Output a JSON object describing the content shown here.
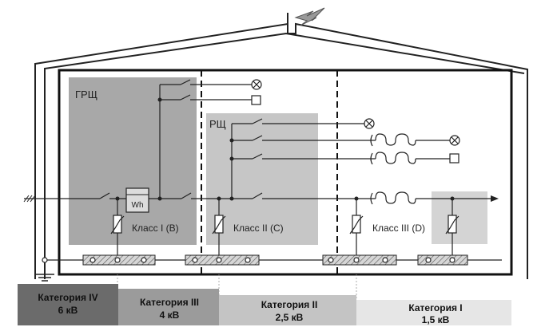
{
  "labels": {
    "main_board": "ГРЩ",
    "sub_board": "РЩ",
    "meter": "Wh",
    "class1": "Класс I (B)",
    "class2": "Класс II (C)",
    "class3": "Класс III (D)"
  },
  "categories": [
    {
      "title": "Категория IV",
      "value": "6 кВ",
      "color": "#6b6b6b"
    },
    {
      "title": "Категория III",
      "value": "4 кВ",
      "color": "#9b9b9b"
    },
    {
      "title": "Категория II",
      "value": "2,5 кВ",
      "color": "#c4c4c4"
    },
    {
      "title": "Категория I",
      "value": "1,5 кВ",
      "color": "#e6e6e6"
    }
  ],
  "colors": {
    "zone_main": "#a8a8a8",
    "zone_sub": "#c6c6c6",
    "zone_end": "#d4d4d4",
    "line": "#222222",
    "hatch_bar": "#d0d0d0"
  }
}
